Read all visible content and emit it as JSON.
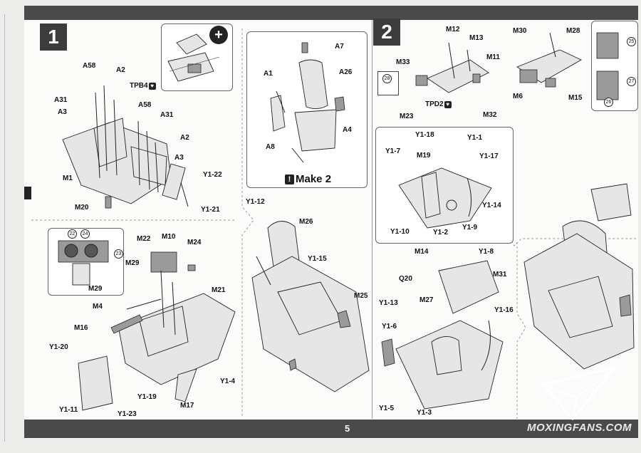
{
  "page": {
    "number": "5",
    "watermark": "MOXINGFANS.COM"
  },
  "steps": {
    "s1": "1",
    "s2": "2"
  },
  "make_note": "Make 2",
  "labels": {
    "a58": "A58",
    "a2": "A2",
    "tpb4": "TPB4",
    "a31": "A31",
    "a3": "A3",
    "a58b": "A58",
    "a31b": "A31",
    "a2b": "A2",
    "a3b": "A3",
    "m1": "M1",
    "y122": "Y1-22",
    "m20": "M20",
    "y121": "Y1-21",
    "a7": "A7",
    "a1": "A1",
    "a26": "A26",
    "a4": "A4",
    "a8": "A8",
    "m22": "M22",
    "m10": "M10",
    "m24": "M24",
    "m29": "M29",
    "m29b": "M29",
    "m21": "M21",
    "m4": "M4",
    "m16": "M16",
    "y120": "Y1-20",
    "y14": "Y1-4",
    "y119": "Y1-19",
    "m17": "M17",
    "y111": "Y1-11",
    "y123": "Y1-23",
    "y112": "Y1-12",
    "m26": "M26",
    "y115": "Y1-15",
    "m25": "M25",
    "m12": "M12",
    "m13": "M13",
    "m33": "M33",
    "m11": "M11",
    "m23": "M23",
    "tpd2": "TPD2",
    "m32": "M32",
    "m30": "M30",
    "m28": "M28",
    "m6": "M6",
    "m15": "M15",
    "y118": "Y1-18",
    "y11": "Y1-1",
    "y17": "Y1-7",
    "m19": "M19",
    "y117": "Y1-17",
    "y114": "Y1-14",
    "y110": "Y1-10",
    "y12": "Y1-2",
    "y19": "Y1-9",
    "m14": "M14",
    "y18": "Y1-8",
    "q20": "Q20",
    "m31": "M31",
    "m27": "M27",
    "y113": "Y1-13",
    "y116": "Y1-16",
    "y16": "Y1-6",
    "y15": "Y1-5",
    "y13": "Y1-3"
  },
  "circled": {
    "c22": "22",
    "c24": "24",
    "c23": "23",
    "c28": "28",
    "c25": "25",
    "c27": "27",
    "c26": "26"
  }
}
